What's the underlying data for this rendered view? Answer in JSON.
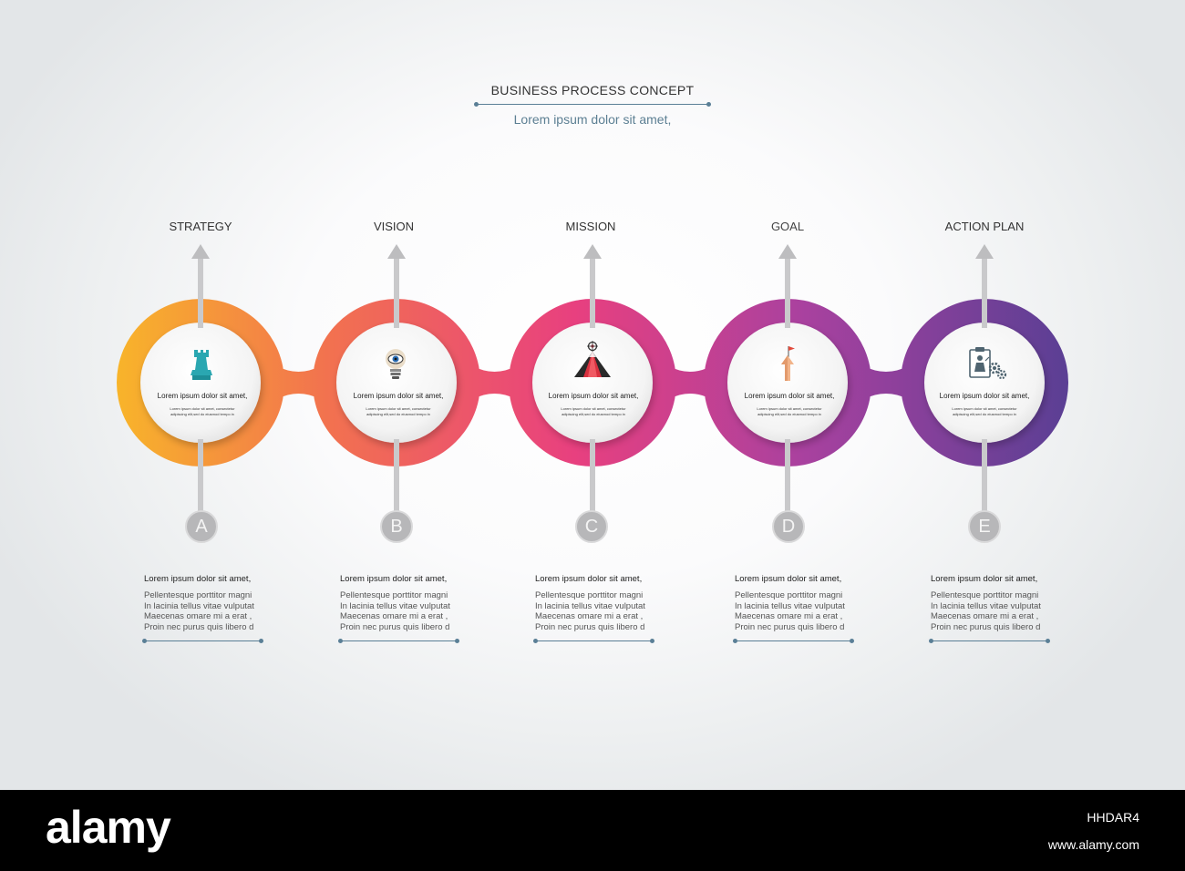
{
  "header": {
    "title": "BUSINESS PROCESS CONCEPT",
    "subtitle": "Lorem ipsum dolor sit amet,"
  },
  "steps": [
    {
      "label": "STRATEGY",
      "letter": "A",
      "color": "#f6a82b",
      "icon": "chess-rook-icon",
      "circle_title": "Lorem ipsum dolor sit amet,",
      "circle_small": [
        "Lorem ipsum dolor sit amet, consectetur",
        "adipiscing elit,sed do eiusmod tempo in"
      ],
      "text_title": "Lorem ipsum dolor sit amet,",
      "text_lines": [
        "Pellentesque porttitor magni",
        "In lacinia tellus vitae vulputat",
        "Maecenas omare mi a erat ,",
        "Proin nec purus quis libero d"
      ]
    },
    {
      "label": "VISION",
      "letter": "B",
      "color": "#f26b5a",
      "icon": "lightbulb-eye-icon",
      "circle_title": "Lorem ipsum dolor sit amet,",
      "circle_small": [
        "Lorem ipsum dolor sit amet, consectetur",
        "adipiscing elit,sed do eiusmod tempo in"
      ],
      "text_title": "Lorem ipsum dolor sit amet,",
      "text_lines": [
        "Pellentesque porttitor magni",
        "In lacinia tellus vitae vulputat",
        "Maecenas omare mi a erat ,",
        "Proin nec purus quis libero d"
      ]
    },
    {
      "label": "MISSION",
      "letter": "C",
      "color": "#e83f83",
      "icon": "mountain-target-icon",
      "circle_title": "Lorem ipsum dolor sit amet,",
      "circle_small": [
        "Lorem ipsum dolor sit amet, consectetur",
        "adipiscing elit,sed do eiusmod tempo in"
      ],
      "text_title": "Lorem ipsum dolor sit amet,",
      "text_lines": [
        "Pellentesque porttitor magni",
        "In lacinia tellus vitae vulputat",
        "Maecenas omare mi a erat ,",
        "Proin nec purus quis libero d"
      ]
    },
    {
      "label": "GOAL",
      "letter": "D",
      "color": "#a9409f",
      "icon": "flag-arrow-icon",
      "circle_title": "Lorem ipsum dolor sit amet,",
      "circle_small": [
        "Lorem ipsum dolor sit amet, consectetur",
        "adipiscing elit,sed do eiusmod tempo in"
      ],
      "text_title": "Lorem ipsum dolor sit amet,",
      "text_lines": [
        "Pellentesque porttitor magni",
        "In lacinia tellus vitae vulputat",
        "Maecenas omare mi a erat ,",
        "Proin nec purus quis libero d"
      ]
    },
    {
      "label": "ACTION PLAN",
      "letter": "E",
      "color": "#6c3f9a",
      "icon": "clipboard-gears-icon",
      "circle_title": "Lorem ipsum dolor sit amet,",
      "circle_small": [
        "Lorem ipsum dolor sit amet, consectetur",
        "adipiscing elit,sed do eiusmod tempo in"
      ],
      "text_title": "Lorem ipsum dolor sit amet,",
      "text_lines": [
        "Pellentesque porttitor magni",
        "In lacinia tellus vitae vulputat",
        "Maecenas omare mi a erat ,",
        "Proin nec purus quis libero d"
      ]
    }
  ],
  "footer": {
    "brand": "alamy",
    "image_id": "HHDAR4",
    "site": "www.alamy.com"
  }
}
